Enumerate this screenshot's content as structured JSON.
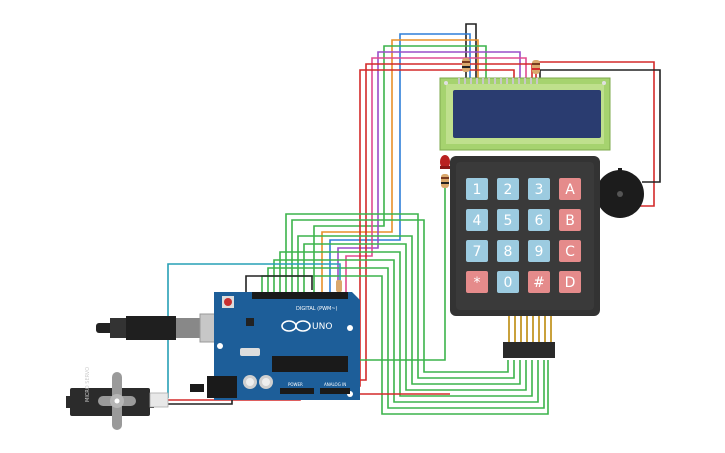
{
  "arduino": {
    "brand": "UNO",
    "digital_label": "DIGITAL (PWM~)",
    "power_label": "POWER",
    "analog_label": "ANALOG IN"
  },
  "servo": {
    "label": "MICRO SERVO"
  },
  "keypad": {
    "keys": [
      [
        "1",
        "2",
        "3",
        "A"
      ],
      [
        "4",
        "5",
        "6",
        "B"
      ],
      [
        "7",
        "8",
        "9",
        "C"
      ],
      [
        "*",
        "0",
        "#",
        "D"
      ]
    ]
  },
  "colors": {
    "wire_green": "#3cb44b",
    "wire_red": "#d42a2a",
    "wire_blue": "#2f7fd8",
    "wire_orange": "#e8902a",
    "wire_purple": "#9a4dc9",
    "wire_pink": "#e04b8f",
    "wire_black": "#222222",
    "wire_teal": "#27a0b5",
    "arduino_blue": "#1d5e99",
    "lcd_green": "#a6d36f",
    "lcd_screen": "#2a3c70",
    "keypad_body": "#333333",
    "key_blue": "#9ccbe0",
    "key_red": "#e58b8b"
  }
}
